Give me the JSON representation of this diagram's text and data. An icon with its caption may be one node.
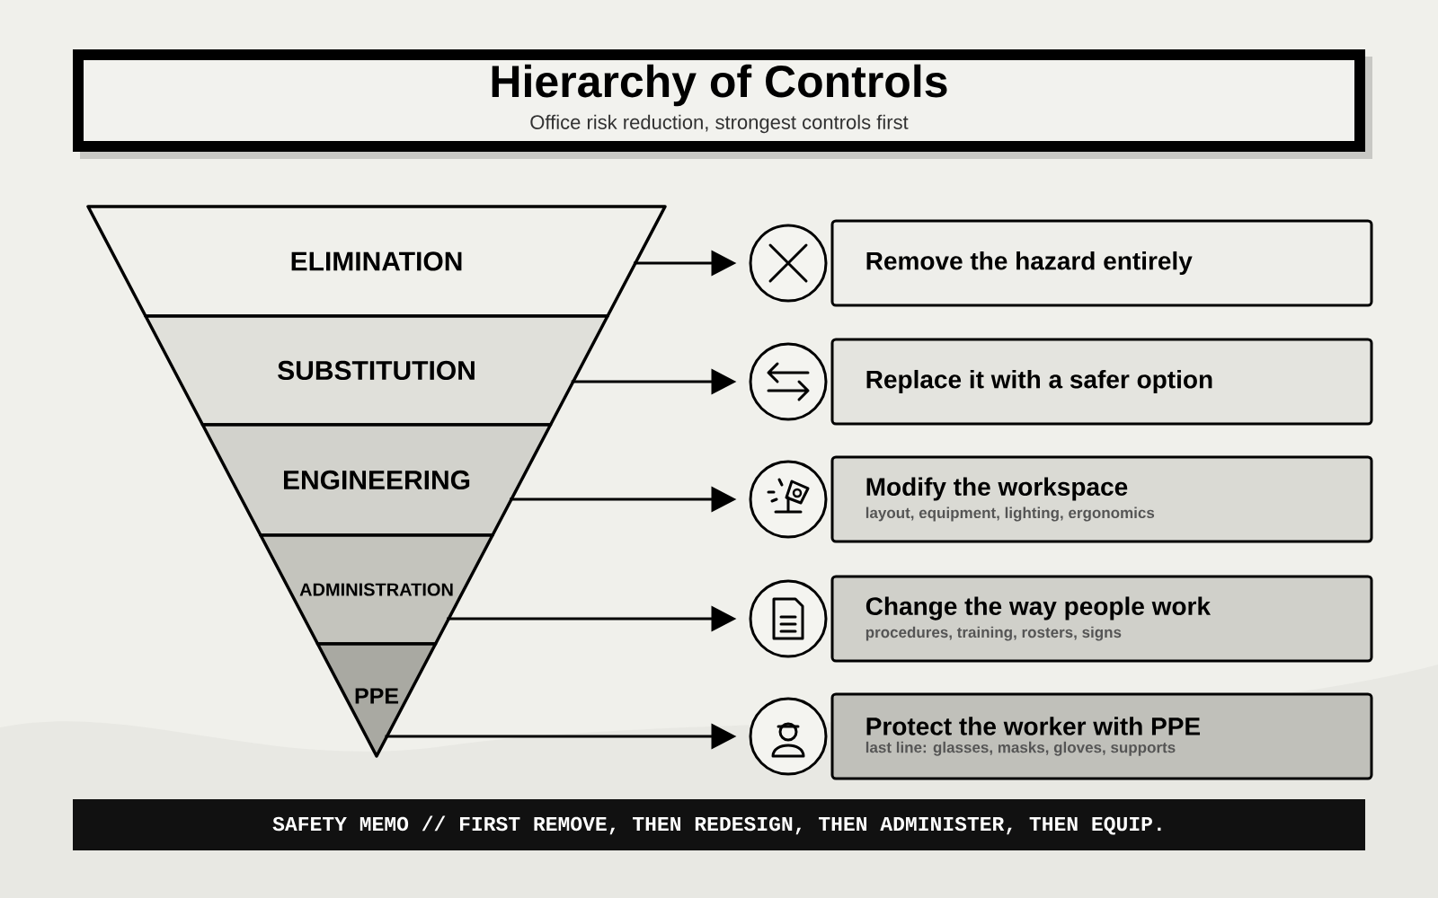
{
  "diagram": {
    "title": "Hierarchy of Controls",
    "nodes": [
      {
        "text": [
          "ELIMINATION"
        ]
      },
      {
        "text": [
          "SUBSTITUTION"
        ]
      },
      {
        "text": [
          "ENGINEERING"
        ]
      },
      {
        "text": [
          "ADMINISTRATION"
        ]
      },
      {
        "text": [
          "PPE"
        ]
      },
      {
        "text": [],
        "shape": "circle"
      },
      {
        "text": [],
        "shape": "circle"
      },
      {
        "text": [],
        "shape": "circle"
      },
      {
        "text": [],
        "shape": "circle"
      },
      {
        "text": [],
        "shape": "circle"
      },
      {
        "text": [
          "Remove the hazard entirely"
        ]
      },
      {
        "text": [
          "Replace it with a safer option"
        ]
      },
      {
        "text": [
          "Modify the workspace",
          "layout, equipment, lighting, ergonomics"
        ]
      },
      {
        "text": [
          "Change the way people work",
          "procedures, training, rosters, signs"
        ]
      },
      {
        "text": [
          "Protect the worker with PPE",
          "last line: glasses, masks, gloves, supports"
        ]
      }
    ],
    "edges": [
      {
        "from": 0,
        "to": 5,
        "arrow": "to"
      },
      {
        "from": 1,
        "to": 6,
        "arrow": "to"
      },
      {
        "from": 2,
        "to": 7,
        "arrow": "to"
      },
      {
        "from": 3,
        "to": 8,
        "arrow": "to"
      },
      {
        "from": 4,
        "to": 9,
        "arrow": "to"
      }
    ],
    "labels": [
      "Office risk reduction, strongest controls first",
      "SAFETY MEMO // FIRST REMOVE, THEN REDESIGN, THEN ADMINISTER, THEN EQUIP."
    ]
  }
}
